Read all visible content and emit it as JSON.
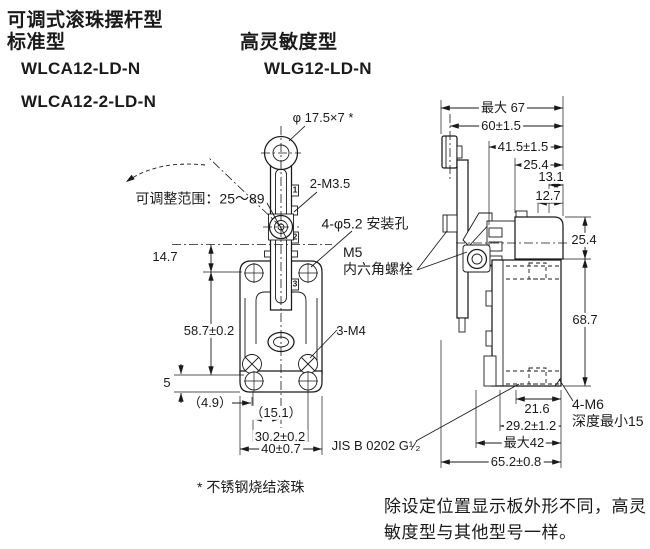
{
  "colors": {
    "ink": "#1a1a1a",
    "background": "#ffffff"
  },
  "header": {
    "type_title": "可调式滚珠摆杆型",
    "subtype_title": "标准型",
    "model_standard_1": "WLCA12-LD-N",
    "model_standard_2": "WLCA12-2-LD-N",
    "high_sensitivity_title": "高灵敏度型",
    "model_high_sensitivity": "WLG12-LD-N"
  },
  "front_view": {
    "roller_spec": "φ 17.5×7 *",
    "screw_spec": "2-M3.5",
    "adjust_range": "可调整范围：25～89",
    "mounting_holes": "4-φ5.2 安装孔",
    "bolt_label_line1": "M5",
    "bolt_label_line2": "内六角螺栓",
    "terminal_screws": "3-M4",
    "conduit_thread": "JIS B 0202 G¹⁄₂",
    "scale_marks": [
      "1",
      "2",
      "3"
    ],
    "dims": {
      "lever_offset": "14.7",
      "mount_height": "58.7±0.2",
      "base_thickness": "5",
      "hole_offset": "（4.9）",
      "hole_to_center": "（15.1）",
      "hole_pitch": "30.2±0.2",
      "body_width": "40±0.7"
    }
  },
  "side_view": {
    "tap_spec": "4-M6",
    "tap_depth": "深度最小15",
    "dims": {
      "max_width": "最大 67",
      "roller_center": "60±1.5",
      "lever_center": "41.5±1.5",
      "head_width": "25.4",
      "plunger_offset": "13.1",
      "head_step": "12.7",
      "head_height": "25.4",
      "body_height": "68.7",
      "tap_pitch": "21.6",
      "tap_span": "29.2±1.2",
      "max_depth": "最大42",
      "overall_depth": "65.2±0.8"
    }
  },
  "notes": {
    "roller_note": "* 不锈钢烧结滚珠",
    "remark_line1": "除设定位置显示板外形不同，高灵",
    "remark_line2": "敏度型与其他型号一样。"
  }
}
